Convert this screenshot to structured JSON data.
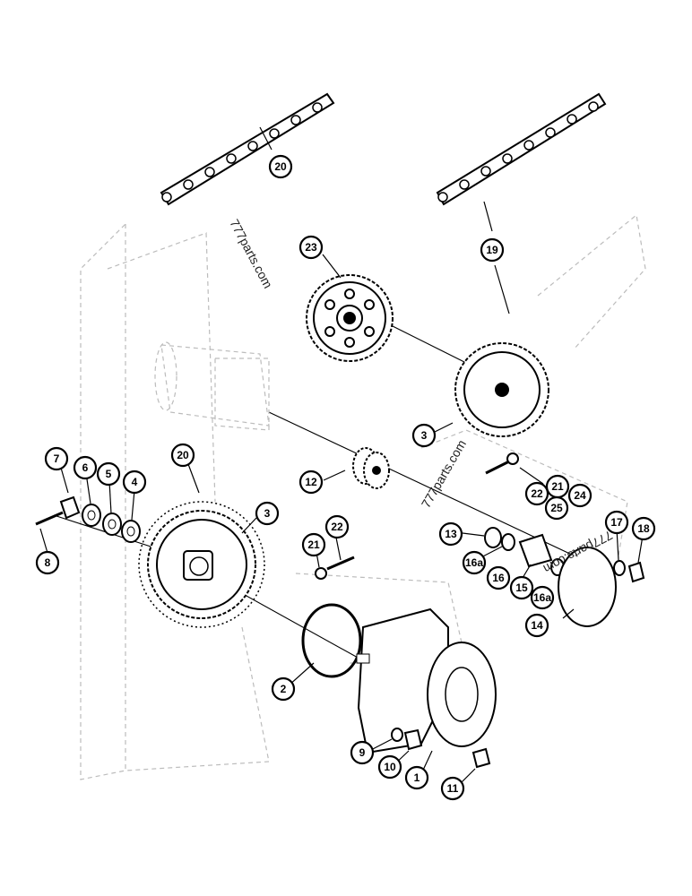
{
  "watermarks": [
    "777parts.com",
    "777parts.com",
    "777parts.com"
  ],
  "callouts": [
    {
      "id": "c20a",
      "label": "20"
    },
    {
      "id": "c19",
      "label": "19"
    },
    {
      "id": "c23",
      "label": "23"
    },
    {
      "id": "c3a",
      "label": "3"
    },
    {
      "id": "c12",
      "label": "12"
    },
    {
      "id": "c7",
      "label": "7"
    },
    {
      "id": "c6",
      "label": "6"
    },
    {
      "id": "c5",
      "label": "5"
    },
    {
      "id": "c4",
      "label": "4"
    },
    {
      "id": "c20b",
      "label": "20"
    },
    {
      "id": "c3b",
      "label": "3"
    },
    {
      "id": "c8",
      "label": "8"
    },
    {
      "id": "c21a",
      "label": "21"
    },
    {
      "id": "c22a",
      "label": "22"
    },
    {
      "id": "c21b",
      "label": "21"
    },
    {
      "id": "c24",
      "label": "24"
    },
    {
      "id": "c22b",
      "label": "22"
    },
    {
      "id": "c25",
      "label": "25"
    },
    {
      "id": "c13",
      "label": "13"
    },
    {
      "id": "c16a1",
      "label": "16a"
    },
    {
      "id": "c16",
      "label": "16"
    },
    {
      "id": "c15",
      "label": "15"
    },
    {
      "id": "c16a2",
      "label": "16a"
    },
    {
      "id": "c17",
      "label": "17"
    },
    {
      "id": "c18",
      "label": "18"
    },
    {
      "id": "c14",
      "label": "14"
    },
    {
      "id": "c2",
      "label": "2"
    },
    {
      "id": "c9",
      "label": "9"
    },
    {
      "id": "c10",
      "label": "10"
    },
    {
      "id": "c1",
      "label": "1"
    },
    {
      "id": "c11",
      "label": "11"
    }
  ]
}
